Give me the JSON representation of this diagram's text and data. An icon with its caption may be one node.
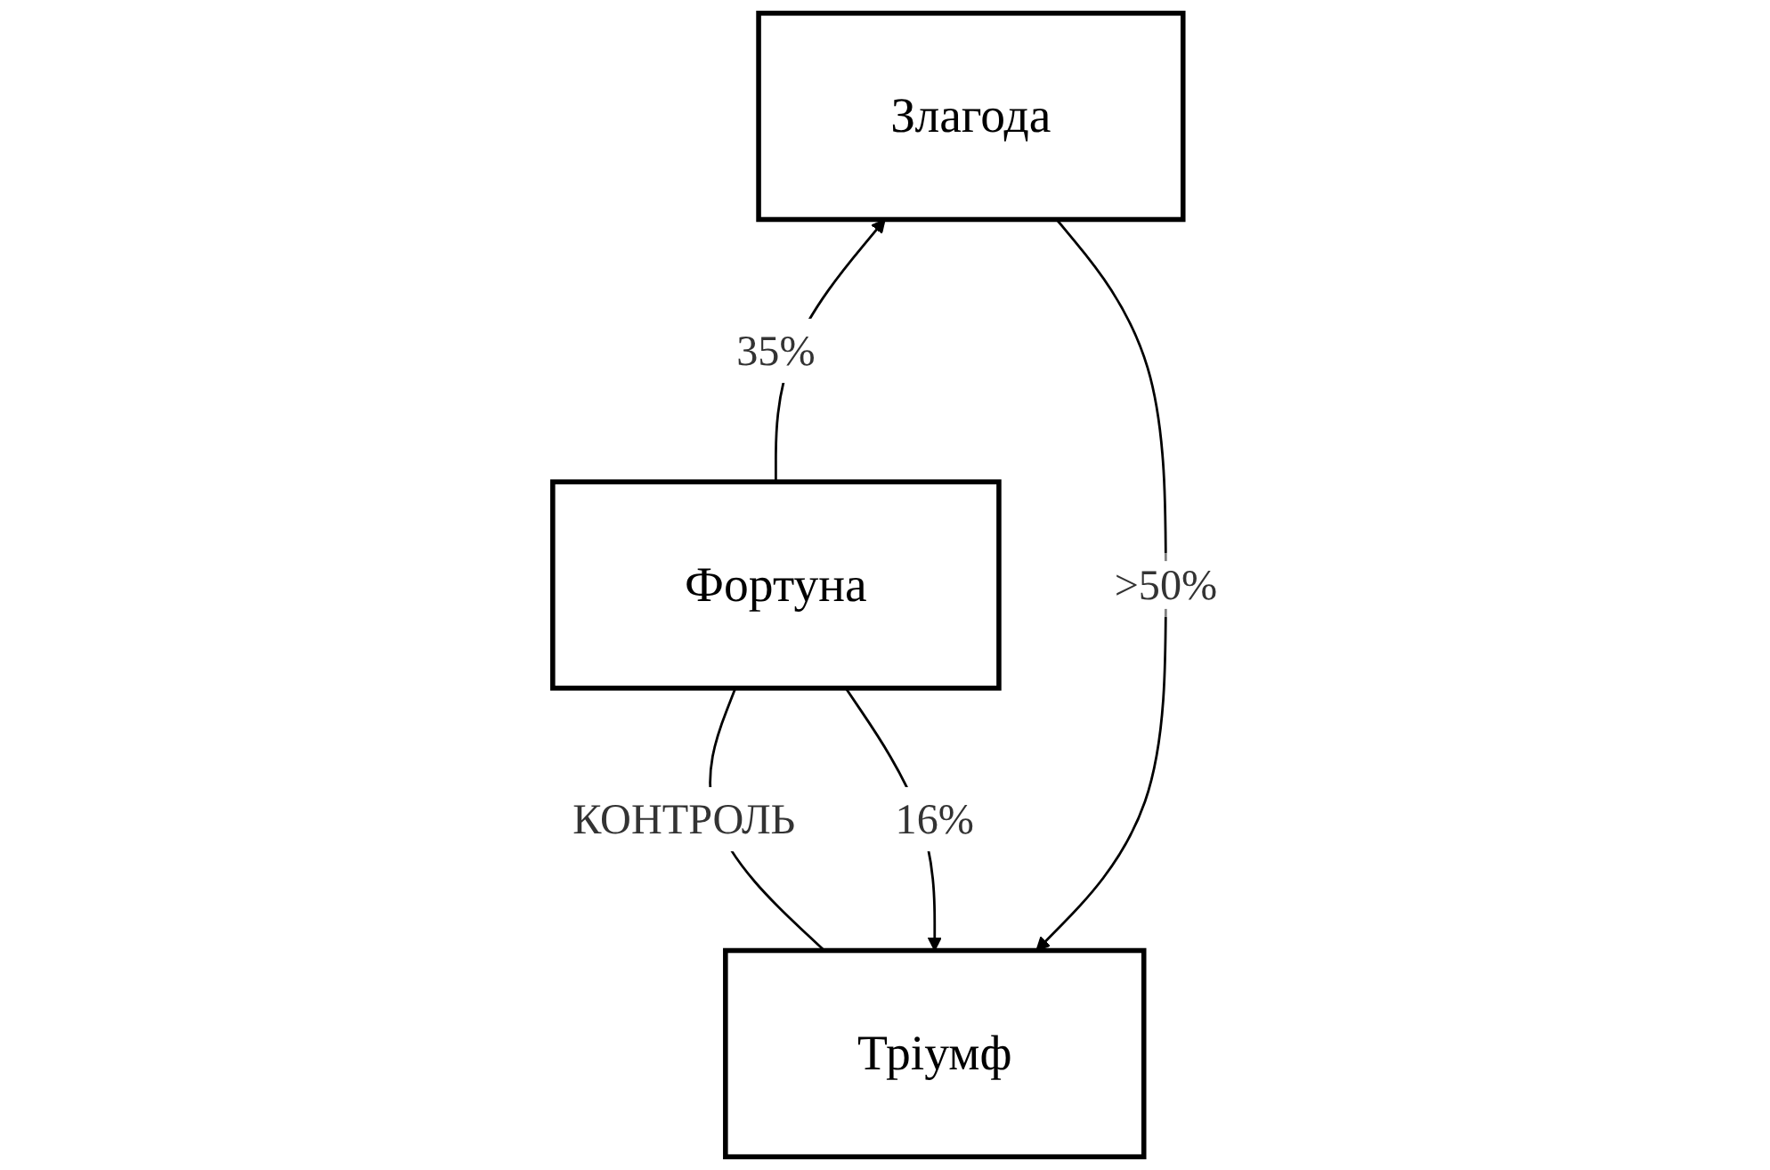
{
  "diagram": {
    "nodes": [
      {
        "text": [
          "Тріумф"
        ]
      },
      {
        "text": [
          "Злагода"
        ]
      },
      {
        "text": [
          "Фортуна"
        ]
      }
    ],
    "edges": [
      {
        "from": 1,
        "to": 0,
        "arrow": "to",
        "label": ">50%"
      },
      {
        "from": 2,
        "to": 0,
        "arrow": "to",
        "label": "16%"
      },
      {
        "from": 2,
        "to": 1,
        "arrow": "to",
        "label": "35%"
      },
      {
        "from": 0,
        "to": 2,
        "arrow": "none",
        "label": "КОНТРОЛЬ"
      }
    ]
  }
}
